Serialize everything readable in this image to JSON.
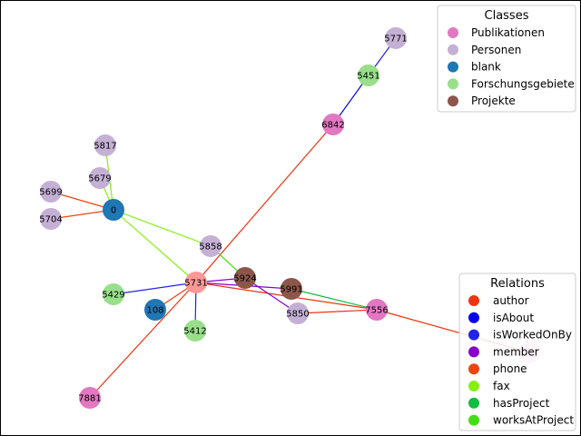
{
  "classes_legend": {
    "title": "Classes",
    "items": [
      {
        "label": "Publikationen",
        "color": "#e377c2"
      },
      {
        "label": "Personen",
        "color": "#c5b0d5"
      },
      {
        "label": "blank",
        "color": "#1f77b4"
      },
      {
        "label": "Forschungsgebiete",
        "color": "#98df8a"
      },
      {
        "label": "Projekte",
        "color": "#8c564b"
      }
    ]
  },
  "relations_legend": {
    "title": "Relations",
    "items": [
      {
        "label": "author",
        "color": "#ee3311"
      },
      {
        "label": "isAbout",
        "color": "#0000ee"
      },
      {
        "label": "isWorkedOnBy",
        "color": "#2222ee"
      },
      {
        "label": "member",
        "color": "#8800cc"
      },
      {
        "label": "phone",
        "color": "#ee4411"
      },
      {
        "label": "fax",
        "color": "#88ee11"
      },
      {
        "label": "hasProject",
        "color": "#11bb44"
      },
      {
        "label": "worksAtProject",
        "color": "#44dd11"
      }
    ]
  },
  "nodes": [
    {
      "id": "5771",
      "label": "5771",
      "color": "#c5b0d5"
    },
    {
      "id": "5451",
      "label": "5451",
      "color": "#98df8a"
    },
    {
      "id": "6842",
      "label": "6842",
      "color": "#e377c2"
    },
    {
      "id": "5817",
      "label": "5817",
      "color": "#c5b0d5"
    },
    {
      "id": "5679",
      "label": "5679",
      "color": "#c5b0d5"
    },
    {
      "id": "5699",
      "label": "5699",
      "color": "#c5b0d5"
    },
    {
      "id": "0",
      "label": "0",
      "color": "#1f77b4"
    },
    {
      "id": "5704",
      "label": "5704",
      "color": "#c5b0d5"
    },
    {
      "id": "5858",
      "label": "5858",
      "color": "#c5b0d5"
    },
    {
      "id": "5924",
      "label": "5924",
      "color": "#8c564b"
    },
    {
      "id": "5731",
      "label": "5731",
      "color": "#ff9896"
    },
    {
      "id": "5991",
      "label": "5991",
      "color": "#8c564b"
    },
    {
      "id": "5429",
      "label": "5429",
      "color": "#98df8a"
    },
    {
      "id": "108",
      "label": "108",
      "color": "#1f77b4"
    },
    {
      "id": "5850",
      "label": "5850",
      "color": "#c5b0d5"
    },
    {
      "id": "7556",
      "label": "7556",
      "color": "#e377c2"
    },
    {
      "id": "5412",
      "label": "5412",
      "color": "#98df8a"
    },
    {
      "id": "7881",
      "label": "7881",
      "color": "#e377c2"
    },
    {
      "id": "pub-partial",
      "label": "",
      "color": "#f7b6e0"
    }
  ],
  "edges": [
    {
      "source": "5451",
      "target": "5771",
      "color": "#2222ee"
    },
    {
      "source": "6842",
      "target": "5451",
      "color": "#0000ee"
    },
    {
      "source": "6842",
      "target": "5731",
      "color": "#ee3311"
    },
    {
      "source": "0",
      "target": "5817",
      "color": "#88ee11"
    },
    {
      "source": "0",
      "target": "5679",
      "color": "#88ee11"
    },
    {
      "source": "0",
      "target": "5699",
      "color": "#ee4411"
    },
    {
      "source": "0",
      "target": "5704",
      "color": "#ee4411"
    },
    {
      "source": "0",
      "target": "5858",
      "color": "#88ee11"
    },
    {
      "source": "0",
      "target": "5731",
      "color": "#88ee11"
    },
    {
      "source": "5858",
      "target": "5924",
      "color": "#44dd11"
    },
    {
      "source": "5731",
      "target": "5429",
      "color": "#2222ee"
    },
    {
      "source": "5731",
      "target": "5412",
      "color": "#2222ee"
    },
    {
      "source": "5731",
      "target": "7881",
      "color": "#ee3311"
    },
    {
      "source": "5731",
      "target": "108",
      "color": "#ee4411"
    },
    {
      "source": "5731",
      "target": "5924",
      "color": "#8800cc"
    },
    {
      "source": "5731",
      "target": "5991",
      "color": "#8800cc"
    },
    {
      "source": "5731",
      "target": "7556",
      "color": "#ee3311"
    },
    {
      "source": "5924",
      "target": "5850",
      "color": "#8800cc"
    },
    {
      "source": "5850",
      "target": "7556",
      "color": "#ee3311"
    },
    {
      "source": "5991",
      "target": "7556",
      "color": "#11bb44"
    },
    {
      "source": "7556",
      "target": "pub-partial",
      "color": "#ee3311"
    }
  ]
}
